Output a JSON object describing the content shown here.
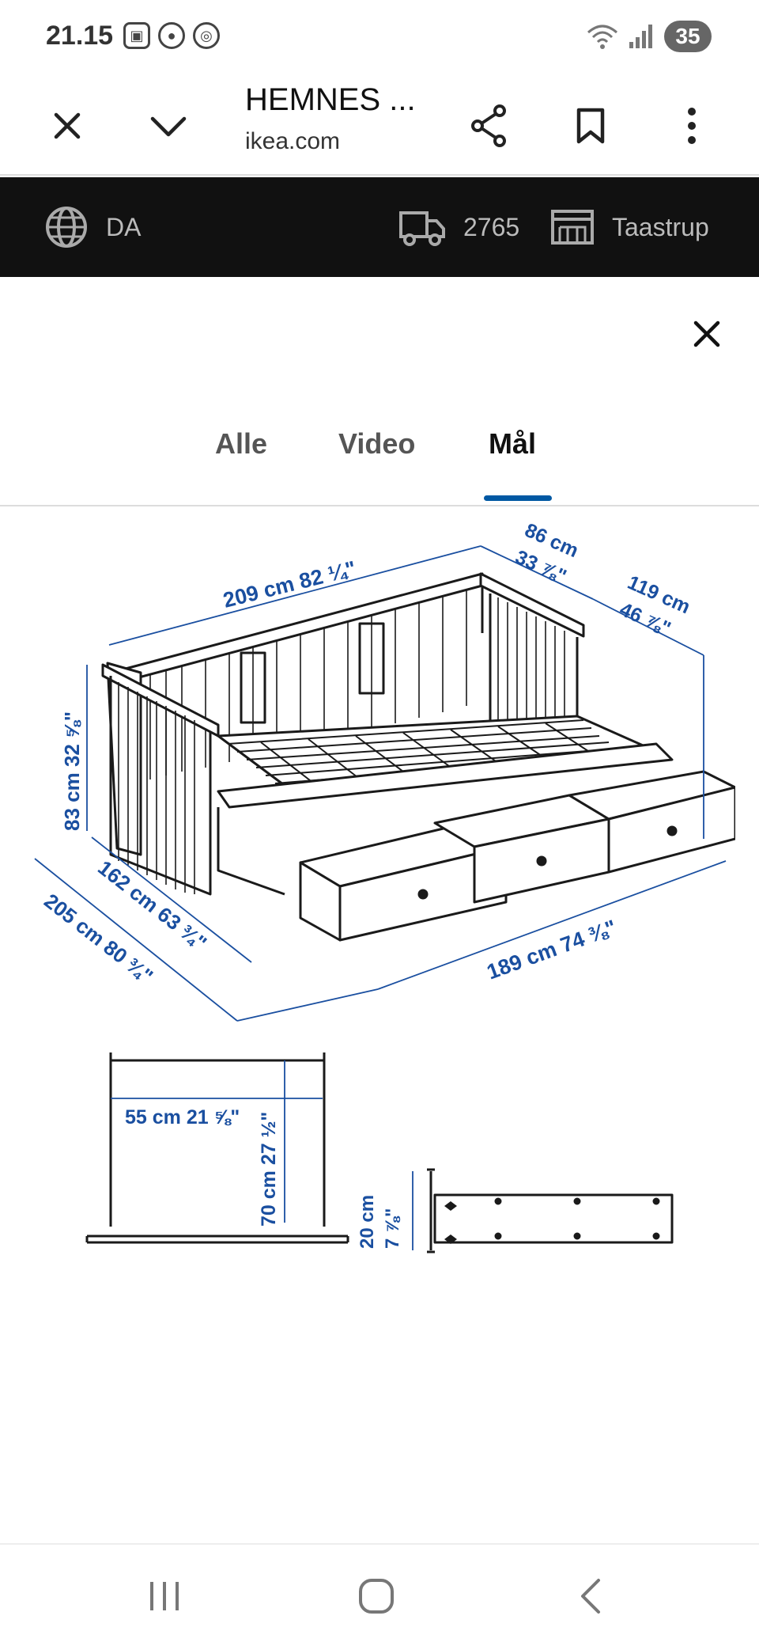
{
  "status_bar": {
    "time": "21.15",
    "battery": "35"
  },
  "browser": {
    "title": "HEMNES ...",
    "domain": "ikea.com",
    "icons": [
      "close-icon",
      "chevron-down-icon",
      "share-icon",
      "bookmark-icon",
      "more-vert-icon"
    ]
  },
  "ikea_bar": {
    "language": "DA",
    "postal_code": "2765",
    "store": "Taastrup"
  },
  "tabs": [
    {
      "label": "Alle"
    },
    {
      "label": "Video"
    },
    {
      "label": "Mål",
      "active": true
    }
  ],
  "dimensions": {
    "length_top": "209 cm 82 ¼\"",
    "depth_closed_a": "86 cm",
    "depth_closed_b": "33 ⅞\"",
    "depth_right_a": "119 cm",
    "depth_right_b": "46 ⅞\"",
    "height": "83 cm 32 ⅝\"",
    "depth_open": "162 cm 63 ¾\"",
    "length_open": "205 cm 80 ¾\"",
    "length_front": "189 cm 74 ⅜\"",
    "inner_width": "55 cm 21 ⅝\"",
    "inner_height": "70 cm 27 ½\"",
    "drawer_height_a": "20 cm",
    "drawer_height_b": "7 ⅞\""
  },
  "accent_color": "#0058a3",
  "dimension_color": "#1a4fa0"
}
